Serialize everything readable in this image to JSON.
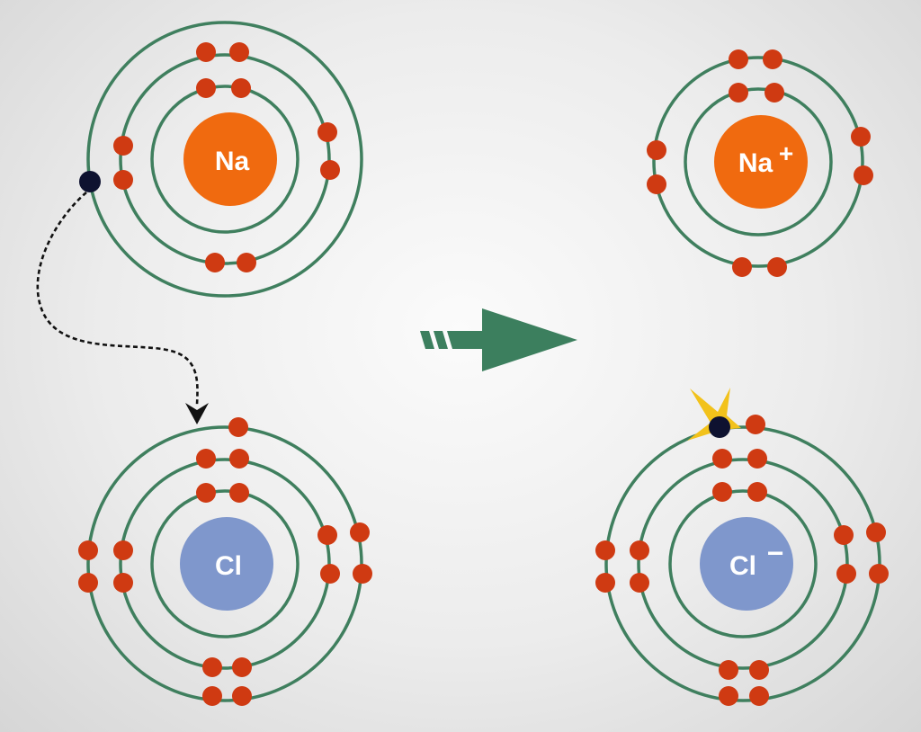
{
  "colors": {
    "orbit": "#3f7f5e",
    "electron": "#cf3a12",
    "transferred_electron": "#0e1230",
    "sodium_nucleus": "#f06a0f",
    "chlorine_nucleus": "#7f97cc",
    "arrow": "#3c7f5e",
    "flash": "#f2c21b"
  },
  "atoms": {
    "na": {
      "symbol": "Na",
      "charge": ""
    },
    "na_ion": {
      "symbol": "Na",
      "charge": "+"
    },
    "cl": {
      "symbol": "Cl",
      "charge": ""
    },
    "cl_ion": {
      "symbol": "Cl",
      "charge": "−"
    }
  },
  "icons": {
    "reaction_arrow": "reaction-arrow-icon",
    "transfer_path": "dashed-curved-arrow-icon",
    "capture_flash": "star-burst-icon"
  }
}
